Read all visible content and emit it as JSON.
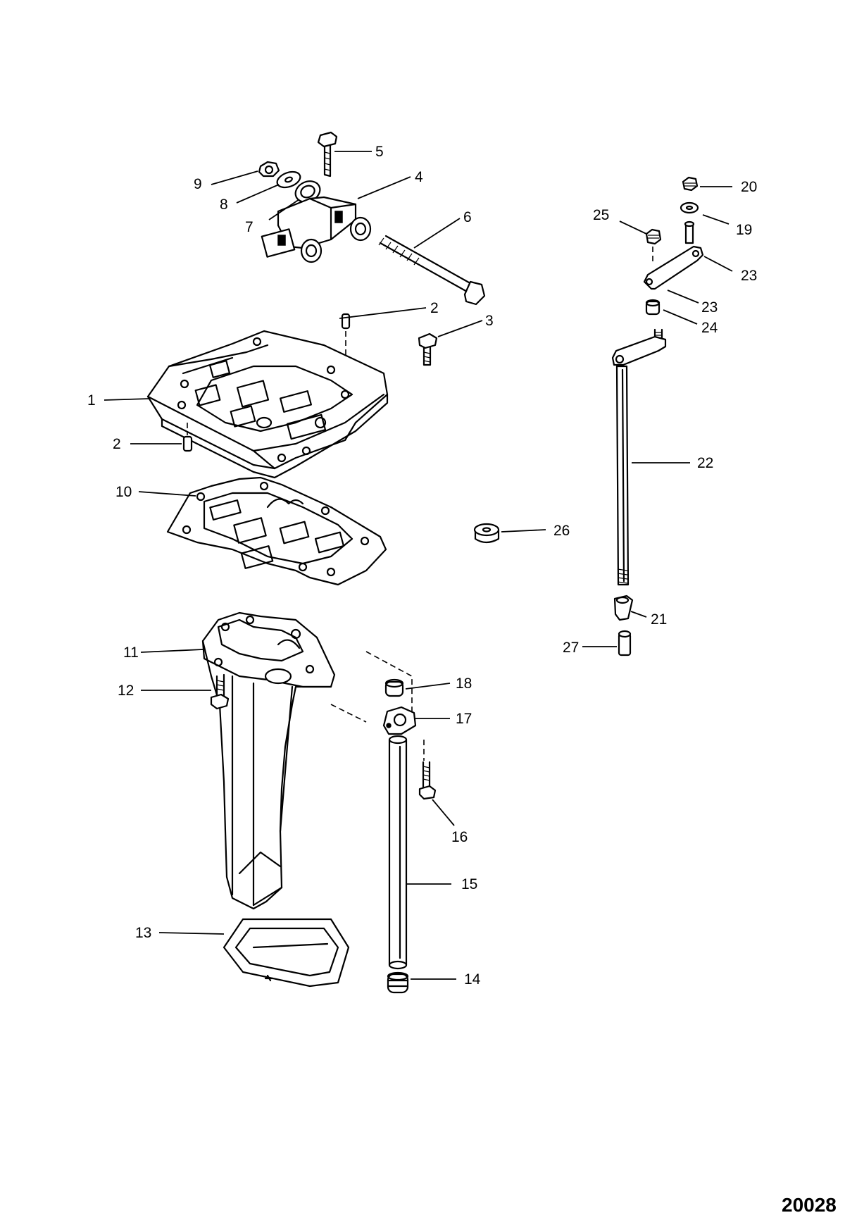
{
  "figure_number": "20028",
  "callouts": [
    {
      "id": "c1",
      "label": "1"
    },
    {
      "id": "c2a",
      "label": "2"
    },
    {
      "id": "c2b",
      "label": "2"
    },
    {
      "id": "c3",
      "label": "3"
    },
    {
      "id": "c4",
      "label": "4"
    },
    {
      "id": "c5",
      "label": "5"
    },
    {
      "id": "c6",
      "label": "6"
    },
    {
      "id": "c7",
      "label": "7"
    },
    {
      "id": "c8",
      "label": "8"
    },
    {
      "id": "c9",
      "label": "9"
    },
    {
      "id": "c10",
      "label": "10"
    },
    {
      "id": "c11",
      "label": "11"
    },
    {
      "id": "c12",
      "label": "12"
    },
    {
      "id": "c13",
      "label": "13"
    },
    {
      "id": "c14",
      "label": "14"
    },
    {
      "id": "c15",
      "label": "15"
    },
    {
      "id": "c16",
      "label": "16"
    },
    {
      "id": "c17",
      "label": "17"
    },
    {
      "id": "c18",
      "label": "18"
    },
    {
      "id": "c19",
      "label": "19"
    },
    {
      "id": "c20",
      "label": "20"
    },
    {
      "id": "c21",
      "label": "21"
    },
    {
      "id": "c22",
      "label": "22"
    },
    {
      "id": "c23a",
      "label": "23"
    },
    {
      "id": "c23b",
      "label": "23"
    },
    {
      "id": "c24",
      "label": "24"
    },
    {
      "id": "c25",
      "label": "25"
    },
    {
      "id": "c26",
      "label": "26"
    },
    {
      "id": "c27",
      "label": "27"
    }
  ]
}
